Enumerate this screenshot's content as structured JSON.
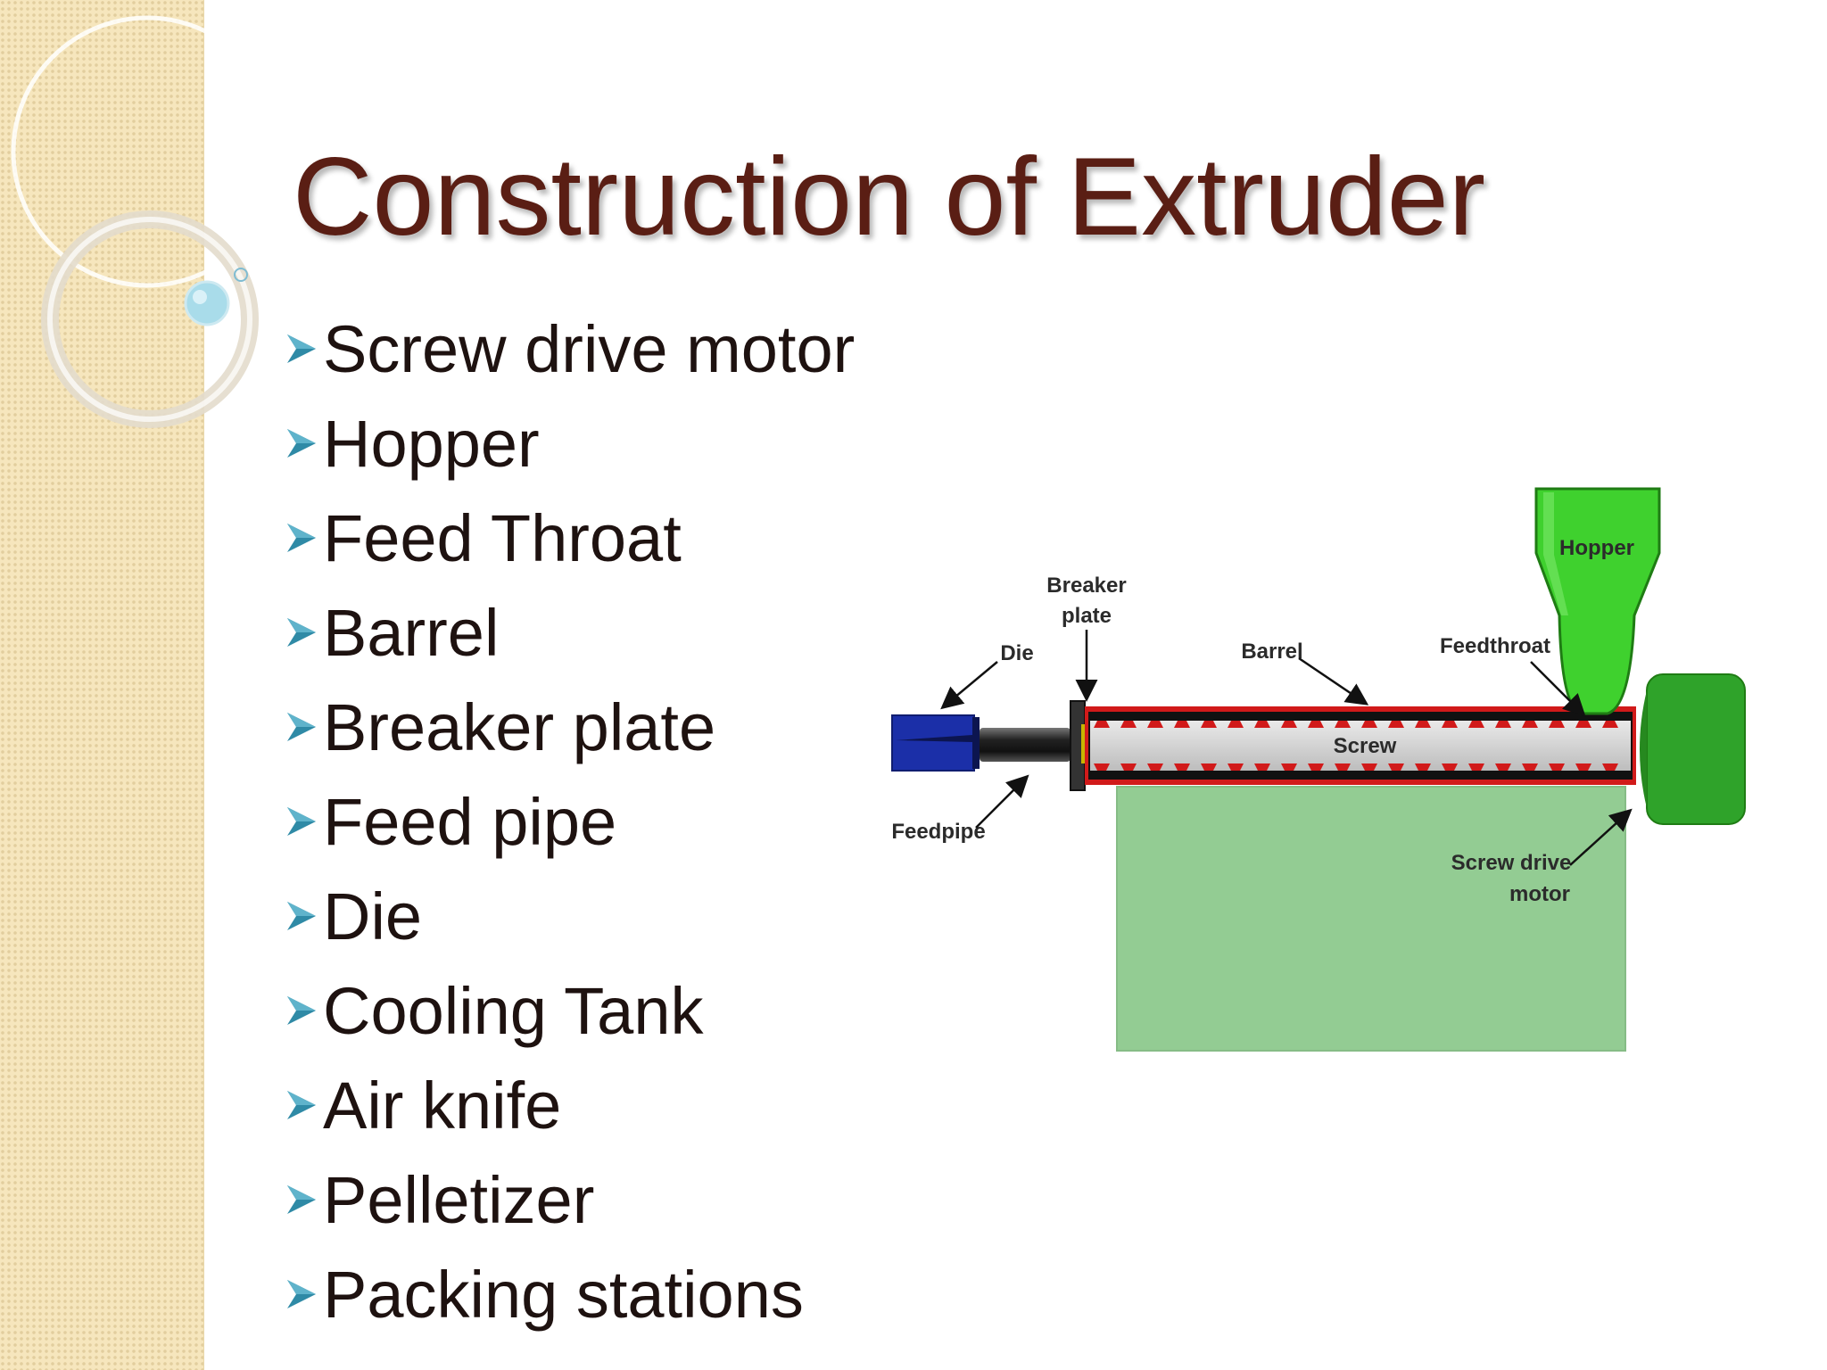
{
  "slide": {
    "title": "Construction of Extruder",
    "bullets": [
      "Screw drive motor",
      "Hopper",
      "Feed Throat",
      "Barrel",
      "Breaker plate",
      "Feed pipe",
      "Die",
      "Cooling Tank",
      "Air knife",
      "Pelletizer",
      "Packing stations"
    ],
    "bullet_icon": "arrowhead-bullet-icon"
  },
  "diagram": {
    "labels": {
      "hopper": "Hopper",
      "breaker_line1": "Breaker",
      "breaker_line2": "plate",
      "die": "Die",
      "barrel": "Barrel",
      "feedthroat": "Feedthroat",
      "screw": "Screw",
      "feedpipe": "Feedpipe",
      "motor_line1": "Screw drive",
      "motor_line2": "motor"
    }
  },
  "colors": {
    "title": "#5a1e14",
    "bullet_arrow": "#2f8aa6",
    "strip": "#f6e6bd",
    "hopper": "#3fd12e",
    "motor": "#2fa32a",
    "die": "#1b2fa8",
    "barrel_red": "#d11a1a",
    "cooling_tank": "#93cc93"
  }
}
